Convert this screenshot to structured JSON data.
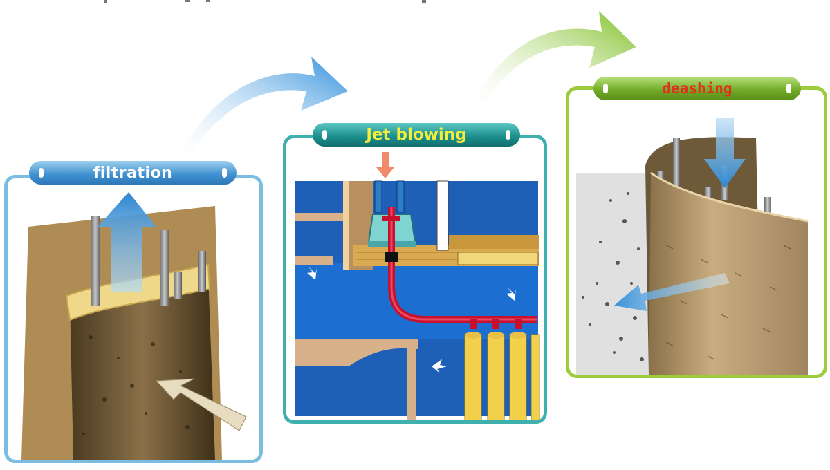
{
  "steps": [
    {
      "label": "filtration"
    },
    {
      "label": "Jet blowing"
    },
    {
      "label": "deashing"
    }
  ],
  "colors": {
    "filtration_accent": "#3d8fcf",
    "jet_accent": "#1a8c8a",
    "deash_accent": "#6fa824",
    "jet_label_text": "#f2ee3a",
    "deash_label_text": "#e0301e"
  }
}
